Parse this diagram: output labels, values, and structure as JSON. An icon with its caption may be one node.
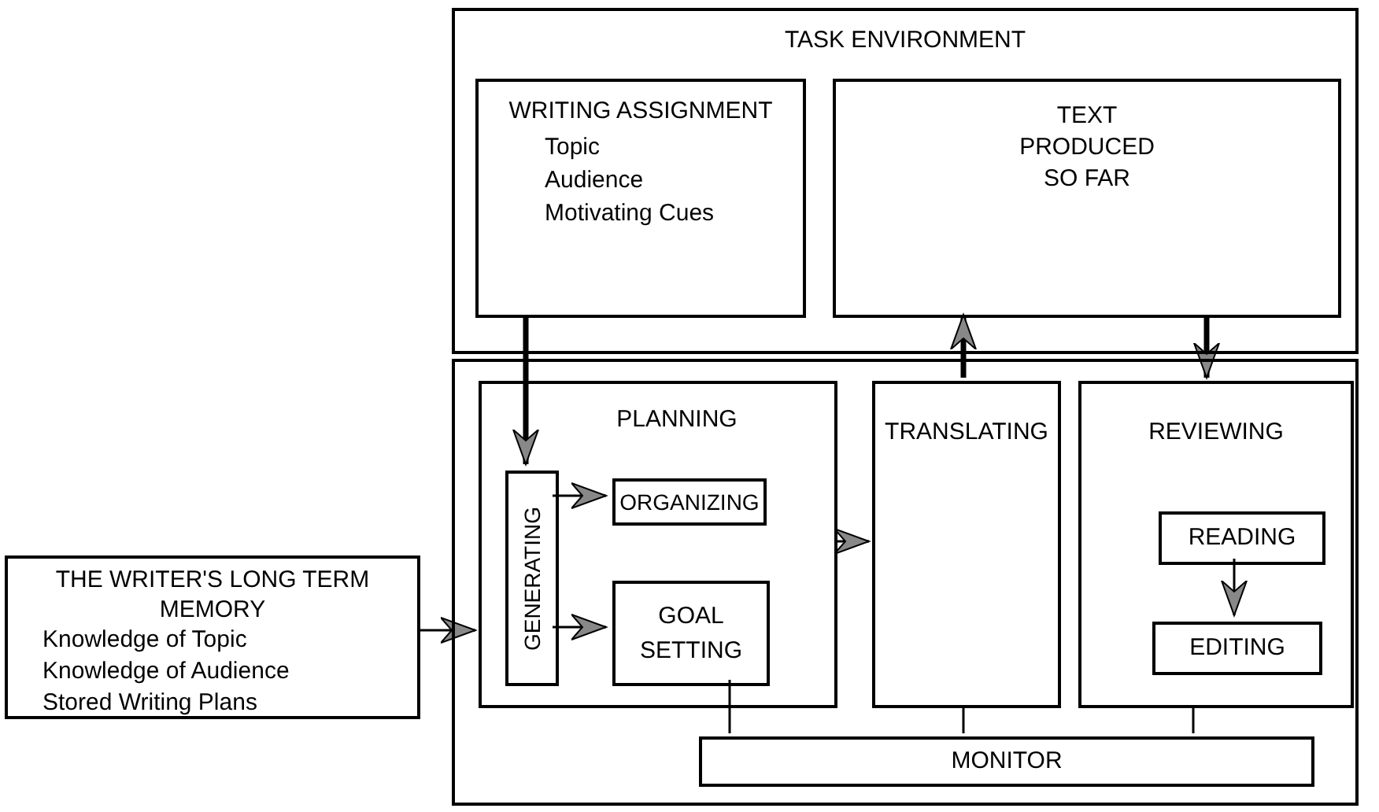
{
  "diagram": {
    "nodes": [
      {
        "text": [
          "TASK ENVIRONMENT"
        ]
      },
      {
        "text": [
          "WRITING ASSIGNMENT",
          "Topic",
          "Audience",
          "Motivating Cues"
        ],
        "in": 0
      },
      {
        "text": [
          "TEXT PRODUCED SO FAR"
        ],
        "in": 0
      },
      {
        "text": [
          "THE WRITER'S LONG TERM MEMORY",
          "Knowledge of Topic",
          "Knowledge of Audience",
          "Stored Writing Plans"
        ]
      },
      {
        "text": [],
        "shape": "box"
      },
      {
        "text": [
          "PLANNING"
        ],
        "in": 4
      },
      {
        "text": [
          "GENERATING"
        ],
        "in": 5
      },
      {
        "text": [
          "ORGANIZING"
        ],
        "in": 5
      },
      {
        "text": [
          "GOAL SETTING"
        ],
        "in": 5
      },
      {
        "text": [
          "TRANSLATING"
        ],
        "in": 4
      },
      {
        "text": [
          "REVIEWING"
        ],
        "in": 4
      },
      {
        "text": [
          "READING"
        ],
        "in": 10
      },
      {
        "text": [
          "EDITING"
        ],
        "in": 10
      },
      {
        "text": [
          "MONITOR"
        ],
        "in": 4
      }
    ],
    "edges": [
      {
        "from": 1,
        "to": 6,
        "arrow": "to",
        "style": "thick"
      },
      {
        "from": 9,
        "to": 2,
        "arrow": "to",
        "style": "thick"
      },
      {
        "from": 2,
        "to": 10,
        "arrow": "to",
        "style": "thick"
      },
      {
        "from": 3,
        "to": 5,
        "arrow": "to"
      },
      {
        "from": 6,
        "to": 7,
        "arrow": "to"
      },
      {
        "from": 6,
        "to": 8,
        "arrow": "to"
      },
      {
        "from": 5,
        "to": 9,
        "arrow": "to"
      },
      {
        "from": 11,
        "to": 12,
        "arrow": "to"
      },
      {
        "from": 8,
        "to": 13,
        "arrow": "none"
      },
      {
        "from": 9,
        "to": 13,
        "arrow": "none"
      },
      {
        "from": 10,
        "to": 13,
        "arrow": "none"
      }
    ]
  }
}
